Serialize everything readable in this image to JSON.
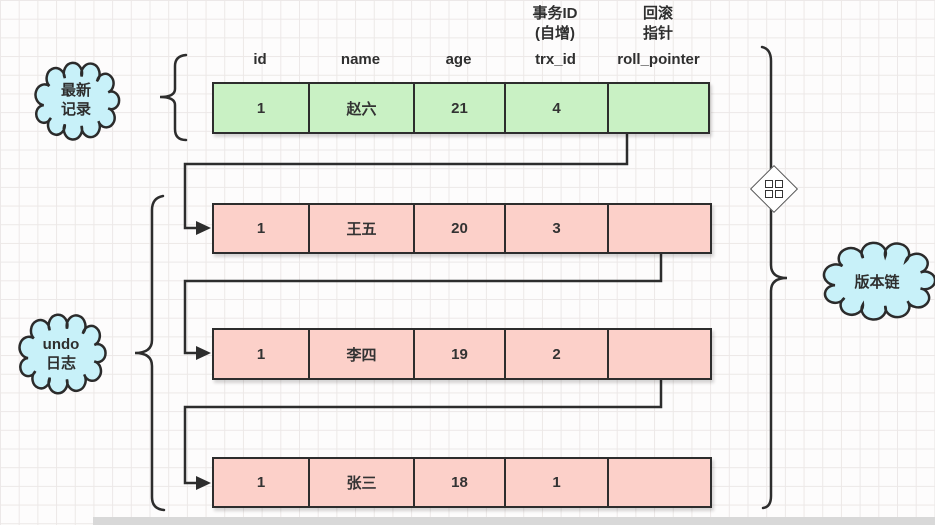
{
  "columns": [
    "id",
    "name",
    "age",
    "trx_id",
    "roll_pointer"
  ],
  "notes": {
    "trx": [
      "事务ID",
      "(自增)"
    ],
    "roll": [
      "回滚",
      "指针"
    ]
  },
  "clouds": {
    "latest": [
      "最新",
      "记录"
    ],
    "undo": [
      "undo",
      "日志"
    ],
    "version": [
      "版本链"
    ]
  },
  "latest_row": [
    "1",
    "赵六",
    "21",
    "4",
    ""
  ],
  "undo_rows": [
    [
      "1",
      "王五",
      "20",
      "3",
      ""
    ],
    [
      "1",
      "李四",
      "19",
      "2",
      ""
    ],
    [
      "1",
      "张三",
      "18",
      "1",
      ""
    ]
  ],
  "colors": {
    "latest_row_fill": "#c9f1c4",
    "undo_row_fill": "#fcd0c9",
    "cloud_fill": "#c8f1f9",
    "stroke": "#2d2d2d"
  }
}
